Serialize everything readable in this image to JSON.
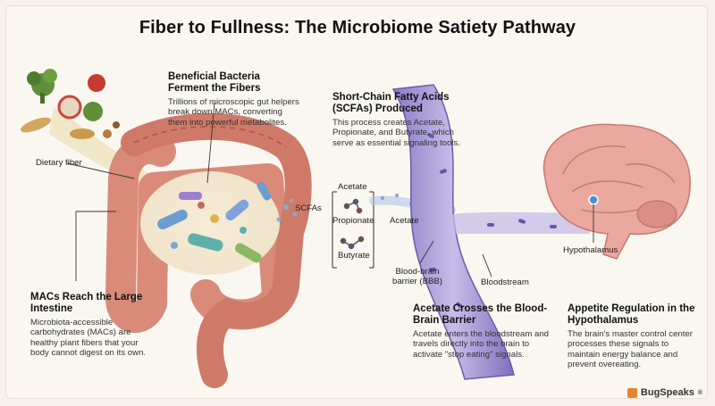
{
  "title": "Fiber to Fullness: The Microbiome Satiety Pathway",
  "sections": {
    "bacteria": {
      "heading": "Beneficial Bacteria Ferment the Fibers",
      "body": "Trillions of microscopic gut helpers break down MACs, converting them into powerful metabolites."
    },
    "scfas": {
      "heading": "Short-Chain Fatty Acids (SCFAs) Produced",
      "body": "This process creates Acetate, Propionate, and Butyrate, which serve as essential signaling tools."
    },
    "macs": {
      "heading": "MACs Reach the Large Intestine",
      "body": "Microbiota-accessible carbohydrates (MACs) are healthy plant fibers that your body cannot digest on its own."
    },
    "acetate": {
      "heading": "Acetate Crosses the Blood-Brain Barrier",
      "body": "Acetate enters the bloodstream and travels directly into the brain to activate \"stop eating\" signals."
    },
    "appetite": {
      "heading": "Appetite Regulation in the Hypothalamus",
      "body": "The brain's master control center processes these signals to maintain energy balance and prevent overeating."
    }
  },
  "labels": {
    "dietary_fiber": "Dietary fiber",
    "scfas": "SCFAs",
    "acetate_1": "Acetate",
    "propionate": "Propionate",
    "butyrate": "Butyrate",
    "acetate_2": "Acetate",
    "bbb": "Blood-brain barrier (BBB)",
    "bloodstream": "Bloodstream",
    "hypothalamus": "Hypothalamus"
  },
  "brand": {
    "name": "BugSpeaks",
    "mark": "®"
  },
  "colors": {
    "intestine": "#d98a78",
    "intestine_dark": "#b8594a",
    "vessel": "#7c6fb8",
    "vessel_light": "#c9bde8",
    "brain": "#e9a8a0",
    "brand": "#e8832a"
  }
}
